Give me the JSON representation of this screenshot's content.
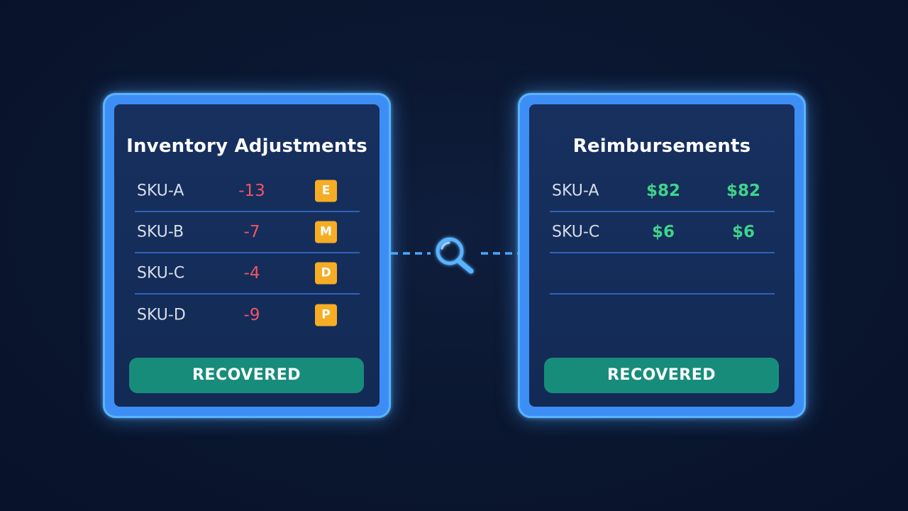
{
  "inventory": {
    "title": "Inventory Adjustments",
    "rows": [
      {
        "sku": "SKU-A",
        "qty": "-13",
        "code": "E"
      },
      {
        "sku": "SKU-B",
        "qty": "-7",
        "code": "M"
      },
      {
        "sku": "SKU-C",
        "qty": "-4",
        "code": "D"
      },
      {
        "sku": "SKU-D",
        "qty": "-9",
        "code": "P"
      }
    ],
    "button_label": "RECOVERED"
  },
  "reimbursements": {
    "title": "Reimbursements",
    "rows": [
      {
        "sku": "SKU-A",
        "amount": "$82",
        "amount2": "$82"
      },
      {
        "sku": "SKU-C",
        "amount": "$6",
        "amount2": "$6"
      },
      {
        "sku": "",
        "amount": "",
        "amount2": ""
      }
    ],
    "button_label": "RECOVERED"
  },
  "icons": {
    "connector": "magnifier-icon"
  },
  "colors": {
    "accent": "#3d8ef4",
    "negative": "#f05563",
    "positive": "#3fd38a",
    "badge": "#f6ad25",
    "button": "#188c7b"
  }
}
